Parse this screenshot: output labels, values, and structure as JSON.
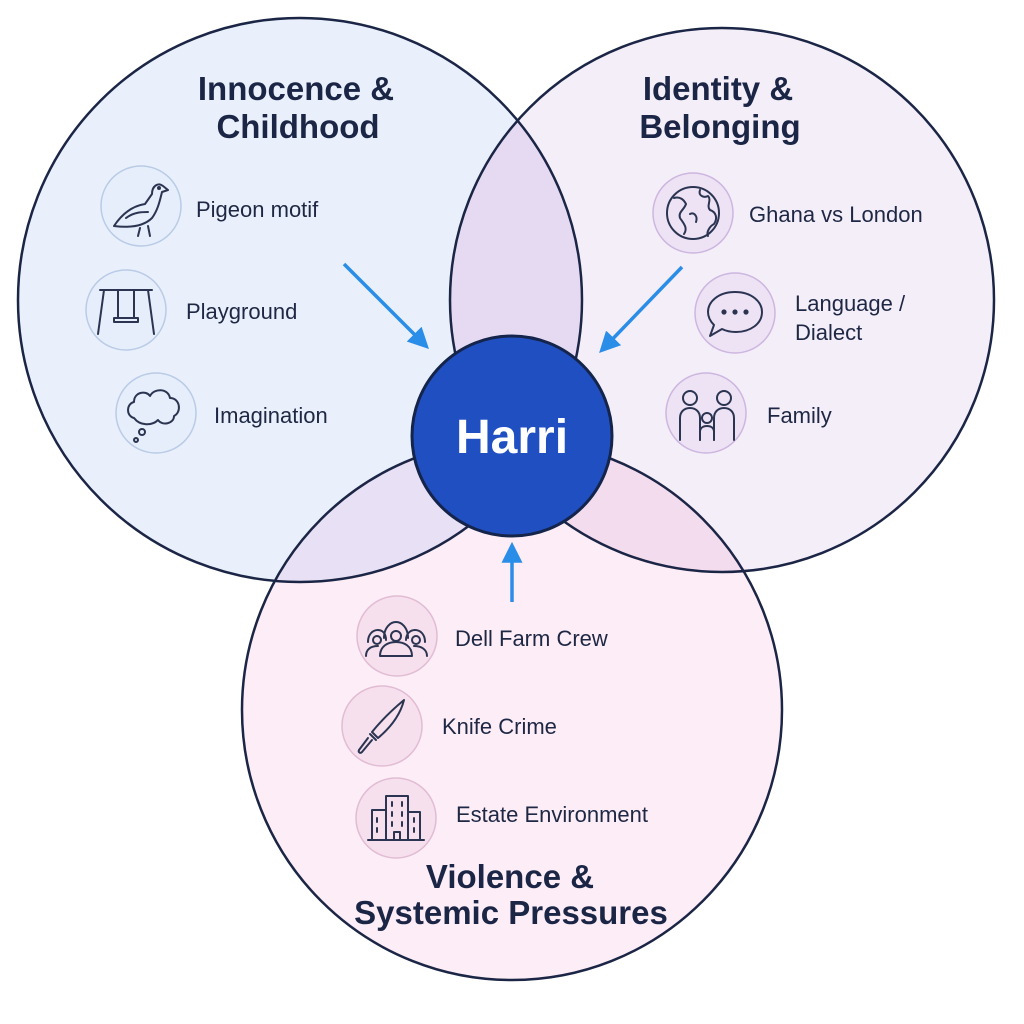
{
  "center": {
    "label": "Harri",
    "color": "#1f4fc1"
  },
  "arrow_color": "#2a8de8",
  "circles": {
    "innocence": {
      "title_line1": "Innocence &",
      "title_line2": "Childhood",
      "fill": "#e9f0fb",
      "items": [
        {
          "label": "Pigeon motif",
          "icon": "pigeon-icon"
        },
        {
          "label": "Playground",
          "icon": "swing-icon"
        },
        {
          "label": "Imagination",
          "icon": "thought-cloud-icon"
        }
      ]
    },
    "identity": {
      "title_line1": "Identity &",
      "title_line2": "Belonging",
      "fill": "#f2ebf8",
      "items": [
        {
          "label": "Ghana vs London",
          "icon": "globe-icon"
        },
        {
          "label_line1": "Language /",
          "label_line2": "Dialect",
          "icon": "speech-bubble-icon"
        },
        {
          "label": "Family",
          "icon": "family-icon"
        }
      ]
    },
    "violence": {
      "title_line1": "Violence &",
      "title_line2": "Systemic Pressures",
      "fill": "#fbeaf5",
      "items": [
        {
          "label": "Dell Farm Crew",
          "icon": "hooded-group-icon"
        },
        {
          "label": "Knife Crime",
          "icon": "knife-icon"
        },
        {
          "label": "Estate Environment",
          "icon": "building-icon"
        }
      ]
    }
  }
}
